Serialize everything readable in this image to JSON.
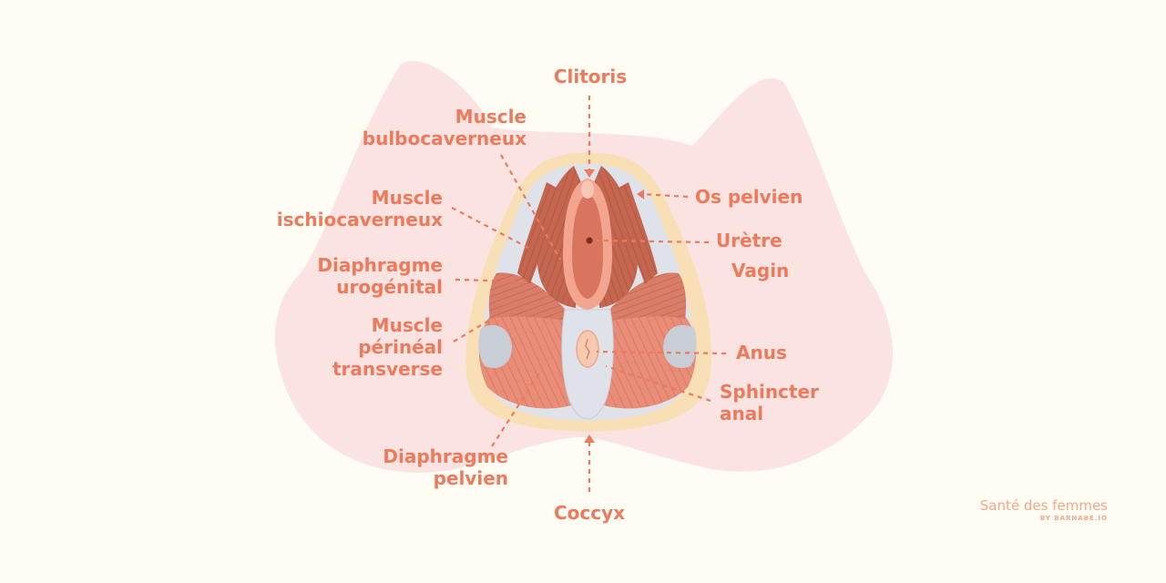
{
  "labels": {
    "clitoris": "Clitoris",
    "bulbo_1": "Muscle",
    "bulbo_2": "bulbocaverneux",
    "ischio_1": "Muscle",
    "ischio_2": "ischiocaverneux",
    "uro_1": "Diaphragme",
    "uro_2": "urogénital",
    "trans_1": "Muscle",
    "trans_2": "périnéal",
    "trans_3": "transverse",
    "pelv_1": "Diaphragme",
    "pelv_2": "pelvien",
    "coccyx": "Coccyx",
    "os_pelvien": "Os pelvien",
    "uretre": "Urètre",
    "vagin": "Vagin",
    "anus": "Anus",
    "sphincter_1": "Sphincter",
    "sphincter_2": "anal"
  },
  "brand": {
    "title": "Santé des femmes",
    "subtitle": "BY BARNABE.IO"
  },
  "colors": {
    "accent": "#ec7a5c",
    "background": "#fefcf3",
    "blob": "#fbe3e1",
    "bone": "#f8dfb6",
    "muscle_dark": "#c06650",
    "muscle_light": "#e88e7b",
    "tissue_grey": "#dfe3e9"
  }
}
